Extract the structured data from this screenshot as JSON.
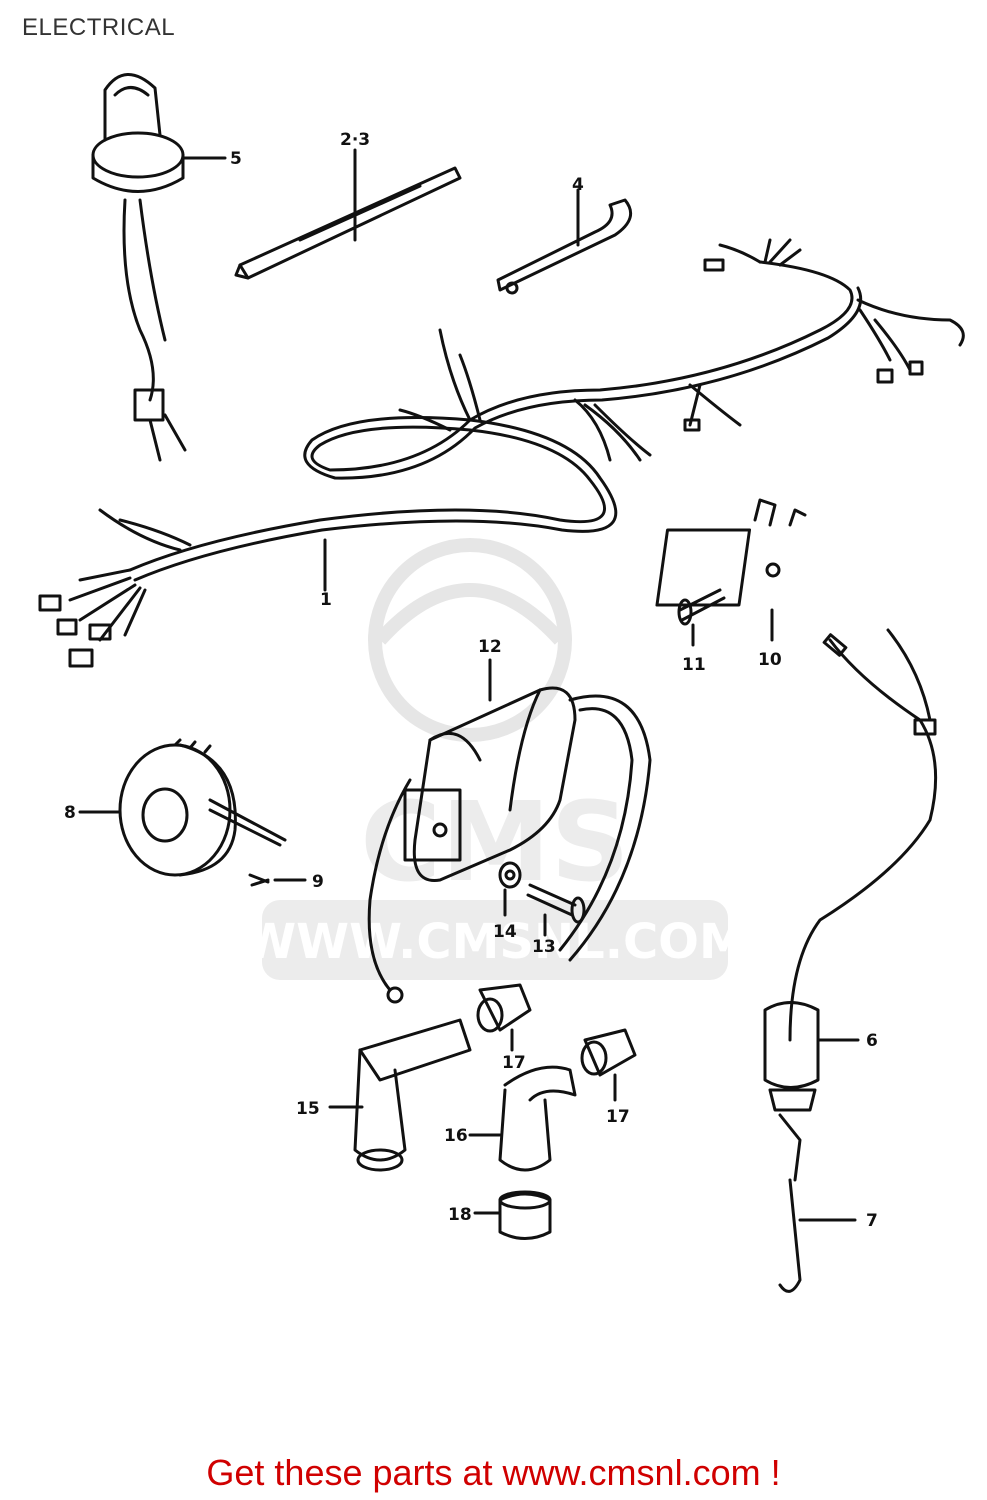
{
  "page": {
    "title": "ELECTRICAL",
    "footer_link": "Get these parts at www.cmsnl.com !"
  },
  "watermark": {
    "text": "WWW.CMSNL.COM",
    "logo": "CMS"
  },
  "colors": {
    "line": "#111111",
    "watermark": "#e6e6e6",
    "footer": "#d00000"
  },
  "callouts": [
    {
      "id": "1",
      "label": "1"
    },
    {
      "id": "2-3",
      "label": "2·3"
    },
    {
      "id": "4",
      "label": "4"
    },
    {
      "id": "5",
      "label": "5"
    },
    {
      "id": "6",
      "label": "6"
    },
    {
      "id": "7",
      "label": "7"
    },
    {
      "id": "8",
      "label": "8"
    },
    {
      "id": "9",
      "label": "9"
    },
    {
      "id": "10",
      "label": "10"
    },
    {
      "id": "11",
      "label": "11"
    },
    {
      "id": "12",
      "label": "12"
    },
    {
      "id": "13",
      "label": "13"
    },
    {
      "id": "14",
      "label": "14"
    },
    {
      "id": "15",
      "label": "15"
    },
    {
      "id": "16",
      "label": "16"
    },
    {
      "id": "17a",
      "label": "17"
    },
    {
      "id": "17b",
      "label": "17"
    },
    {
      "id": "18",
      "label": "18"
    }
  ]
}
